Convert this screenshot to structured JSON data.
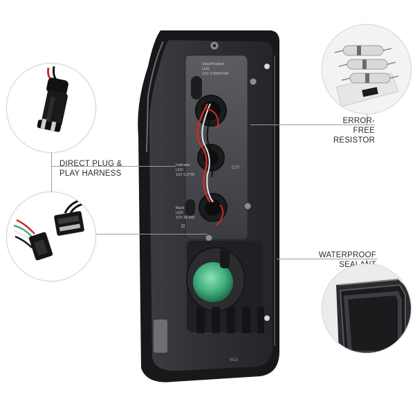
{
  "callouts": {
    "harness": {
      "line1": "DIRECT PLUG &",
      "line2": "PLAY HARNESS"
    },
    "resistor": {
      "line1": "ERROR-FREE",
      "line2": "RESISTOR"
    },
    "sealant": {
      "line1": "WATERPROOF",
      "line2": "SEALANT"
    }
  },
  "housing_markings": {
    "stop_title": "Stop/Position",
    "stop_led": "LED",
    "stop_spec": "12V 3.5W/0.5W",
    "indicator_title": "Indicator",
    "indicator_led": "LED",
    "indicator_spec": "12V 0.27W",
    "reverse_title": "Back",
    "reverse_led": "LED",
    "reverse_spec": "12V 26.6W",
    "voltage_mark": "12V",
    "side_mark": "R",
    "bottom_code": "W15"
  },
  "colors": {
    "housing": "#2b2d30",
    "lens_frame": "#1a1b1d",
    "gasket": "#3c3e42",
    "green_lens": "#3fae7e",
    "wire_red": "#d22a23",
    "wire_white": "#e9e9e9",
    "wire_black": "#111111"
  }
}
